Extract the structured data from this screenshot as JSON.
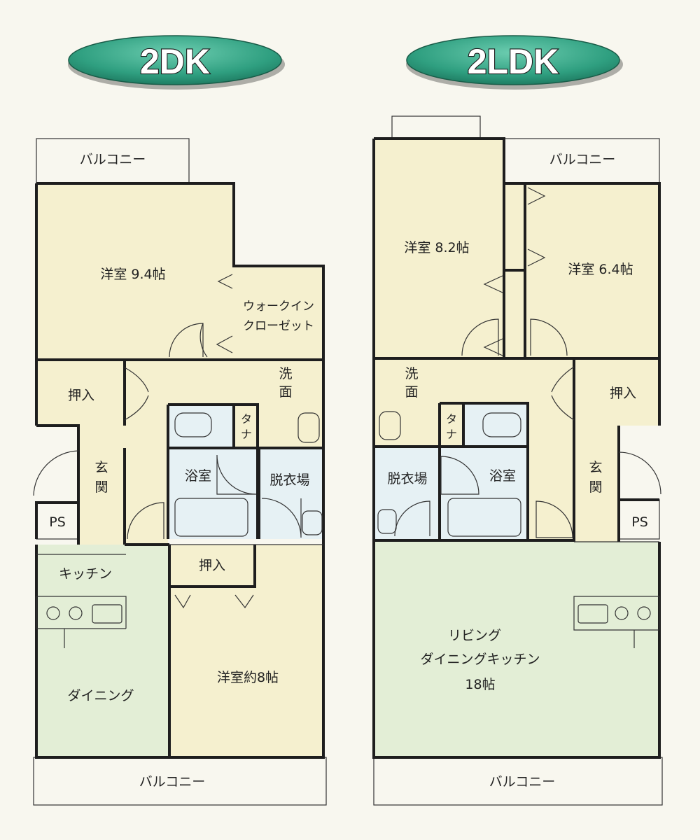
{
  "plans": [
    {
      "title": "2DK",
      "balcony_top": "バルコニー",
      "room_western_large": "洋室 9.4帖",
      "walk_in_closet_line1": "ウォークイン",
      "walk_in_closet_line2": "クローゼット",
      "closet_left": "押入",
      "washbasin_line1": "洗",
      "washbasin_line2": "面",
      "shelf_line1": "タ",
      "shelf_line2": "ナ",
      "entrance_line1": "玄",
      "entrance_line2": "関",
      "bathroom": "浴室",
      "dressing_room": "脱衣場",
      "ps": "PS",
      "kitchen": "キッチン",
      "closet_middle": "押入",
      "dining": "ダイニング",
      "room_western_bottom": "洋室約8帖",
      "balcony_bottom": "バルコニー"
    },
    {
      "title": "2LDK",
      "balcony_top": "バルコニー",
      "room_western_left": "洋室 8.2帖",
      "room_western_right": "洋室 6.4帖",
      "washbasin_line1": "洗",
      "washbasin_line2": "面",
      "shelf_line1": "タ",
      "shelf_line2": "ナ",
      "closet_right": "押入",
      "dressing_room": "脱衣場",
      "bathroom": "浴室",
      "entrance_line1": "玄",
      "entrance_line2": "関",
      "ps": "PS",
      "ldk_line1": "リビング",
      "ldk_line2": "ダイニングキッチン",
      "ldk_line3": "18帖",
      "balcony_bottom": "バルコニー"
    }
  ],
  "colors": {
    "title_badge": "#3aa88a",
    "room_beige": "#f5f0cf",
    "wet_blue": "#e6f1f4",
    "kitchen_green": "#e3eed6",
    "balcony": "#ffffff",
    "wall": "#1e1e1e"
  }
}
